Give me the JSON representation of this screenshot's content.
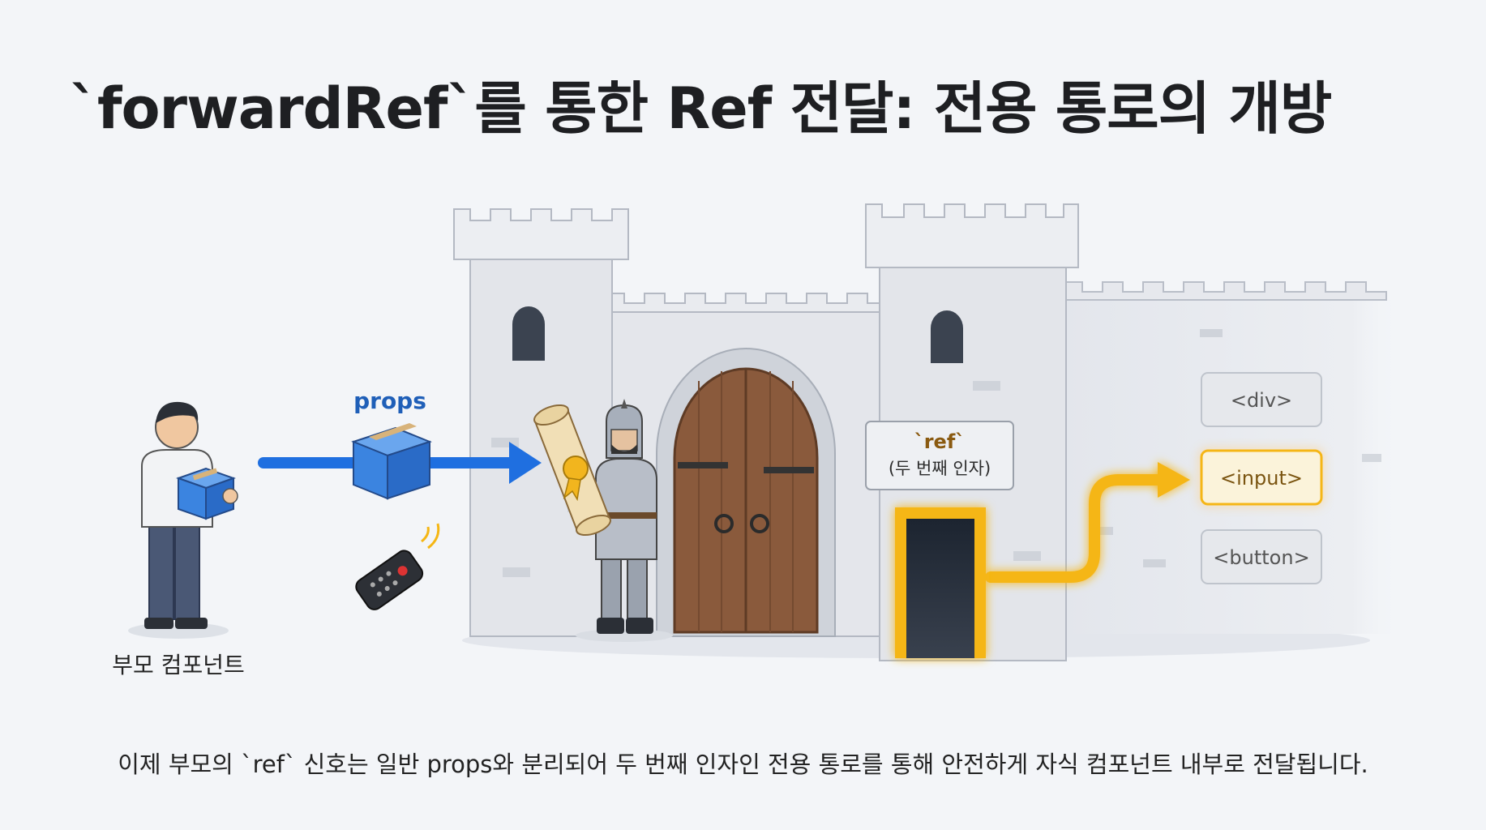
{
  "title": "`forwardRef`를 통한 Ref 전달: 전용 통로의 개방",
  "caption": "이제 부모의 `ref` 신호는 일반 props와 분리되어 두 번째 인자인 전용 통로를 통해 안전하게 자식 컴포넌트 내부로 전달됩니다.",
  "parent_label": "부모 컴포넌트",
  "props_label": "props",
  "ref_sign": {
    "name": "`ref`",
    "detail": "(두 번째 인자)"
  },
  "elements": [
    "<div>",
    "<input>",
    "<button>"
  ],
  "colors": {
    "props_arrow": "#1f6fe0",
    "ref_path": "#f5b614",
    "box": "#3b84e0",
    "stone": "#dfe2e8",
    "door": "#8a5a3c"
  }
}
